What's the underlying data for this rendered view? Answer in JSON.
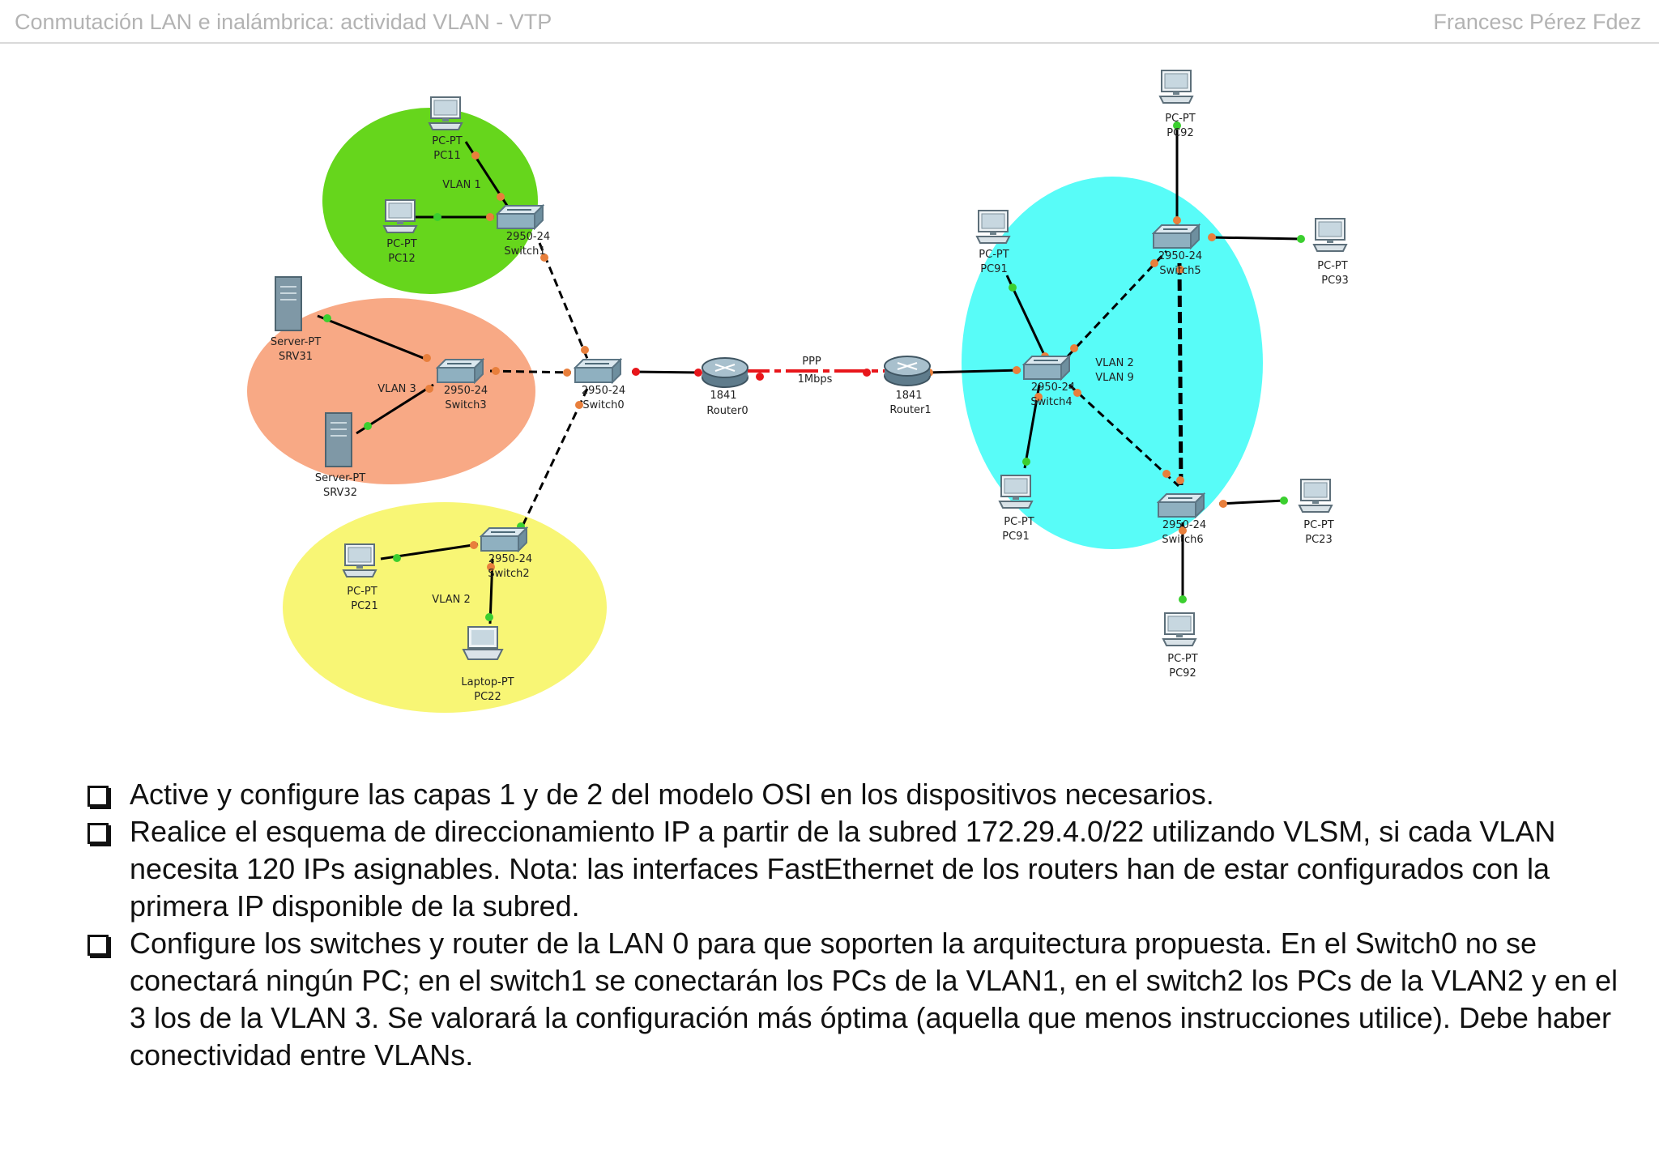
{
  "header": {
    "title": "Conmutación LAN e inalámbrica: actividad VLAN - VTP",
    "author": "Francesc Pérez Fdez"
  },
  "diagram": {
    "zones": {
      "vlan1": "VLAN 1",
      "vlan3": "VLAN 3",
      "vlan2": "VLAN 2",
      "right": [
        "VLAN 2",
        "VLAN 9"
      ]
    },
    "link_label": [
      "PPP",
      "1Mbps"
    ],
    "devices": {
      "pc11": [
        "PC-PT",
        "PC11"
      ],
      "pc12": [
        "PC-PT",
        "PC12"
      ],
      "switch1": [
        "2950-24",
        "Switch1"
      ],
      "srv31": [
        "Server-PT",
        "SRV31"
      ],
      "switch3": [
        "2950-24",
        "Switch3"
      ],
      "srv32": [
        "Server-PT",
        "SRV32"
      ],
      "switch0": [
        "2950-24",
        "Switch0"
      ],
      "router0": [
        "1841",
        "Router0"
      ],
      "router1": [
        "1841",
        "Router1"
      ],
      "pc21": [
        "PC-PT",
        "PC21"
      ],
      "switch2": [
        "2950-24",
        "Switch2"
      ],
      "pc22": [
        "Laptop-PT",
        "PC22"
      ],
      "pc92": [
        "PC-PT",
        "PC92"
      ],
      "pc93": [
        "PC-PT",
        "PC93"
      ],
      "switch5": [
        "2950-24",
        "Switch5"
      ],
      "pc91": [
        "PC-PT",
        "PC91"
      ],
      "switch4": [
        "2950-24",
        "Switch4"
      ],
      "pc_left": [
        "PC-PT",
        "PC91"
      ],
      "switch6": [
        "2950-24",
        "Switch6"
      ],
      "pc23": [
        "PC-PT",
        "PC23"
      ],
      "pc_bottom": [
        "PC-PT",
        "PC92"
      ]
    }
  },
  "bullets": [
    "Active y configure las capas 1 y de 2 del modelo OSI en los dispositivos necesarios.",
    "Realice el esquema de direccionamiento IP a partir de la subred 172.29.4.0/22 utilizando VLSM, si cada VLAN necesita 120 IPs asignables. Nota: las interfaces FastEthernet de los routers han de estar configurados con la primera IP disponible de la subred.",
    "Configure los switches y router de la LAN 0 para que soporten la arquitectura propuesta. En el Switch0 no se conectará ningún PC; en el switch1 se conectarán los PCs de la VLAN1, en el switch2 los PCs de la VLAN2 y en el 3 los de la VLAN 3. Se valorará la configuración más óptima (aquella que menos instrucciones utilice). Debe haber conectividad entre VLANs."
  ]
}
